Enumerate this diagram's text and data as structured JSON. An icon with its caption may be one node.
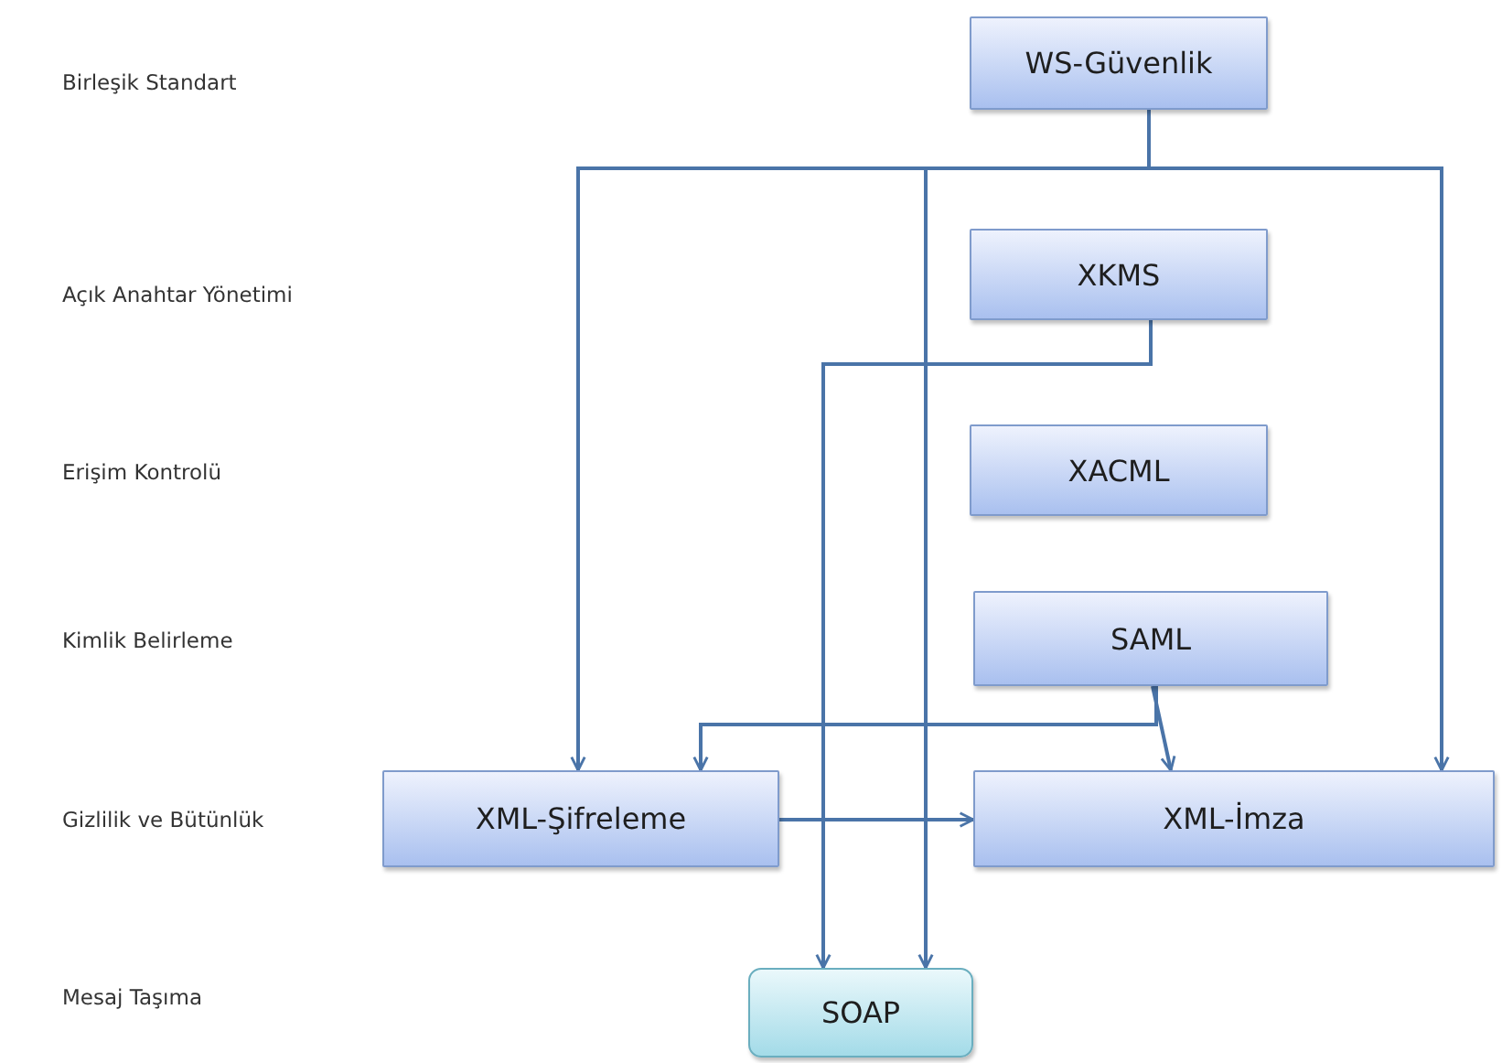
{
  "diagram": {
    "nodes": [
      {
        "text": [
          "WS-Güvenlik"
        ]
      },
      {
        "text": [
          "XKMS"
        ]
      },
      {
        "text": [
          "XACML"
        ]
      },
      {
        "text": [
          "SAML"
        ]
      },
      {
        "text": [
          "XML-Şifreleme"
        ]
      },
      {
        "text": [
          "XML-İmza"
        ]
      },
      {
        "text": [
          "SOAP"
        ]
      }
    ],
    "edges": [
      {
        "from": 0,
        "to": 4,
        "arrow": "to"
      },
      {
        "from": 0,
        "to": 5,
        "arrow": "to"
      },
      {
        "from": 0,
        "to": 6,
        "arrow": "to"
      },
      {
        "from": 1,
        "to": 6,
        "arrow": "to"
      },
      {
        "from": 3,
        "to": 4,
        "arrow": "to"
      },
      {
        "from": 3,
        "to": 5,
        "arrow": "to"
      },
      {
        "from": 4,
        "to": 5,
        "arrow": "to"
      }
    ],
    "labels": [
      "Birleşik Standart",
      "Açık Anahtar Yönetimi",
      "Erişim Kontrolü",
      "Kimlik Belirleme",
      "Gizlilik ve Bütünlük",
      "Mesaj Taşıma"
    ]
  }
}
